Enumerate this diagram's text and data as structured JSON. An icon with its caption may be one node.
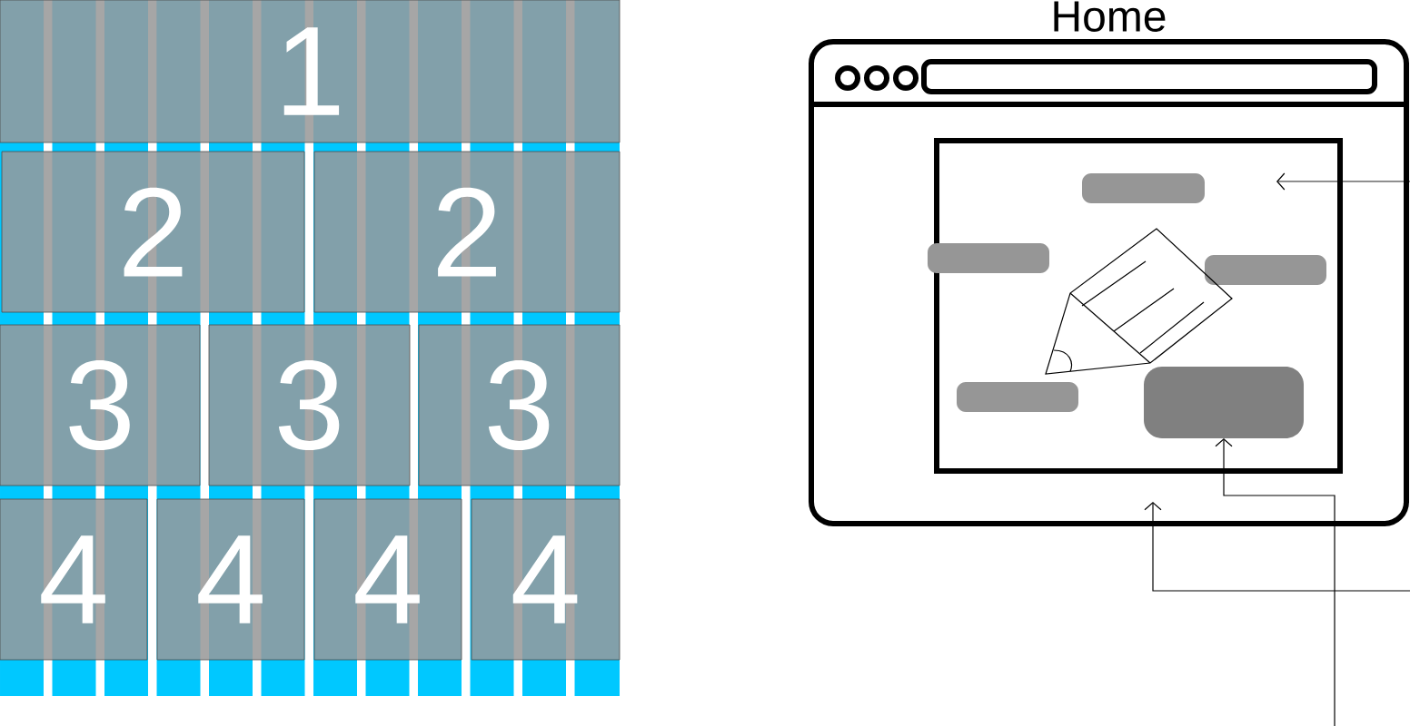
{
  "diagram": {
    "nodes": [
      {
        "text": [
          "1"
        ]
      },
      {
        "text": [
          "2"
        ]
      },
      {
        "text": [
          "2"
        ]
      },
      {
        "text": [
          "3"
        ]
      },
      {
        "text": [
          "3"
        ]
      },
      {
        "text": [
          "3"
        ]
      },
      {
        "text": [
          "4"
        ]
      },
      {
        "text": [
          "4"
        ]
      },
      {
        "text": [
          "4"
        ]
      },
      {
        "text": [
          "4"
        ]
      },
      {
        "text": [
          "Home"
        ]
      },
      {
        "text": [],
        "shape": "box",
        "in": 10
      },
      {
        "text": [],
        "shape": "box",
        "in": 11
      },
      {
        "text": [],
        "shape": "box",
        "in": 11
      },
      {
        "text": [],
        "shape": "box",
        "in": 11
      },
      {
        "text": [],
        "shape": "box",
        "in": 11
      },
      {
        "text": [],
        "shape": "box",
        "in": 11
      }
    ],
    "edges": [
      {
        "from": null,
        "to": 11,
        "arrow": "to"
      },
      {
        "from": null,
        "to": 16,
        "arrow": "to"
      },
      {
        "from": null,
        "to": 10,
        "arrow": "to"
      }
    ]
  }
}
